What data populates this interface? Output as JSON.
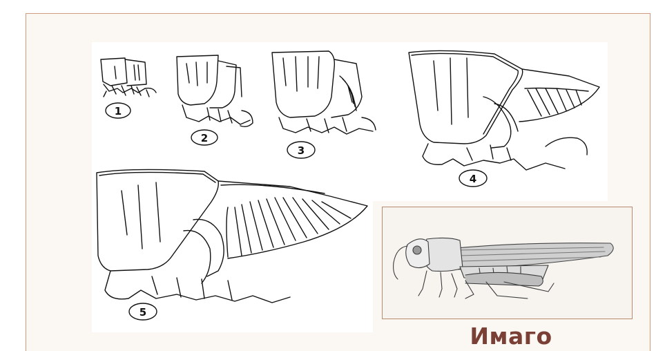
{
  "stages": [
    {
      "number": "1"
    },
    {
      "number": "2"
    },
    {
      "number": "3"
    },
    {
      "number": "4"
    },
    {
      "number": "5"
    }
  ],
  "imago": {
    "label": "Имаго"
  },
  "colors": {
    "panel_border": "#cf9a7e",
    "panel_bg": "#fbf8f4",
    "label_color": "#7a3f35",
    "frame_border": "#b98b6e"
  }
}
